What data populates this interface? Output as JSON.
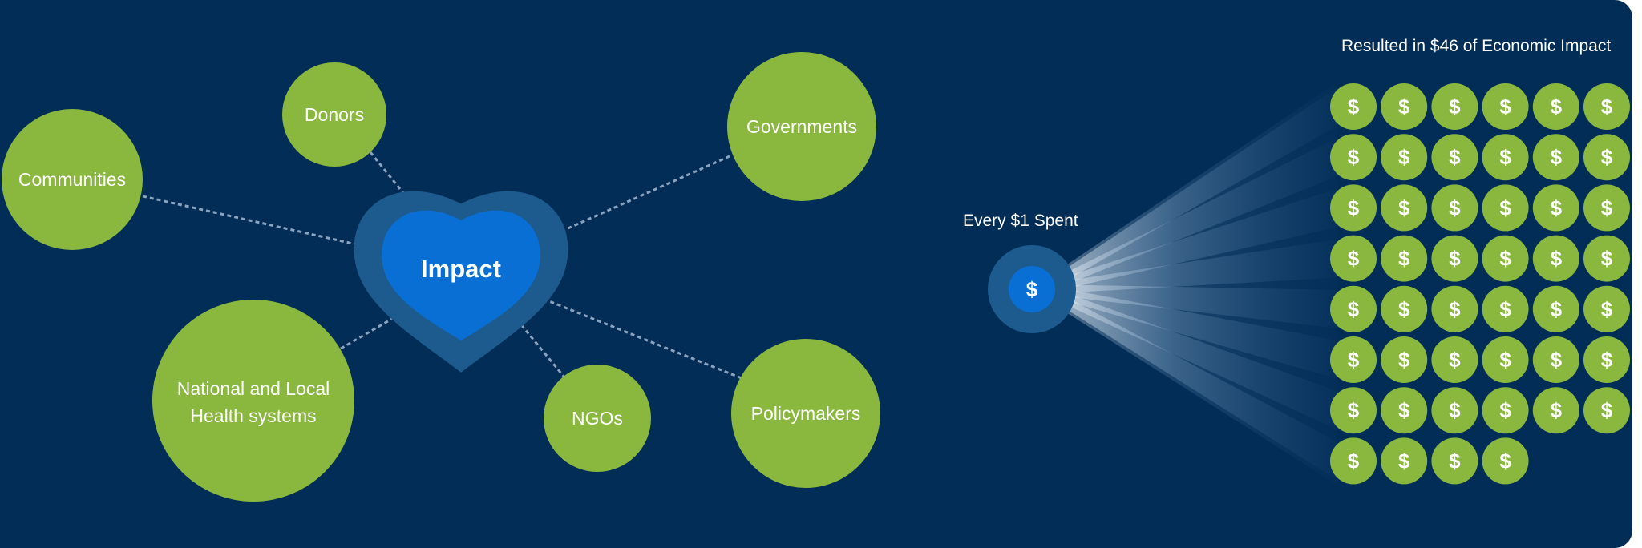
{
  "diagram": {
    "center_label": "Impact",
    "stakeholders": [
      {
        "id": "communities",
        "label": "Communities"
      },
      {
        "id": "donors",
        "label": "Donors"
      },
      {
        "id": "governments",
        "label": "Governments"
      },
      {
        "id": "health",
        "label": "National and Local Health systems"
      },
      {
        "id": "ngos",
        "label": "NGOs"
      },
      {
        "id": "policymakers",
        "label": "Policymakers"
      }
    ]
  },
  "return": {
    "spent_label": "Every $1 Spent",
    "result_label": "Resulted in $46 of Economic Impact",
    "input_symbol": "$",
    "coin_symbol": "$",
    "coin_count": 46
  },
  "colors": {
    "background": "#012d57",
    "stakeholder": "#8ab83e",
    "heart": "#0a6fd4",
    "heart_halo": "#1d5b8f",
    "connector": "#8aa3bf"
  }
}
